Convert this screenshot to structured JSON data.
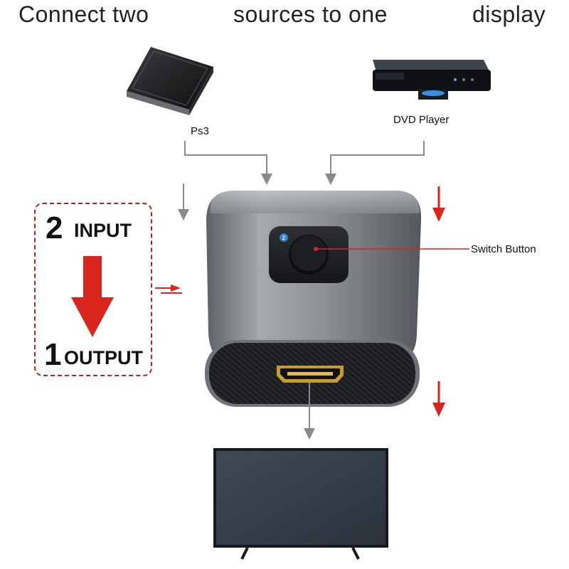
{
  "headline": {
    "part1": "Connect two",
    "part2": "sources to one",
    "part3": "display"
  },
  "sources": {
    "left_label": "Ps3",
    "right_label": "DVD Player"
  },
  "switch_label": "Switch Button",
  "io": {
    "input_num": "2",
    "input_word": "INPUT",
    "output_num": "1",
    "output_word": "OUTPUT"
  },
  "colors": {
    "arrow_gray": "#8a8a8a",
    "arrow_red": "#d8261c",
    "device_body": "#8c8f94",
    "tv_screen": "#353d48"
  }
}
